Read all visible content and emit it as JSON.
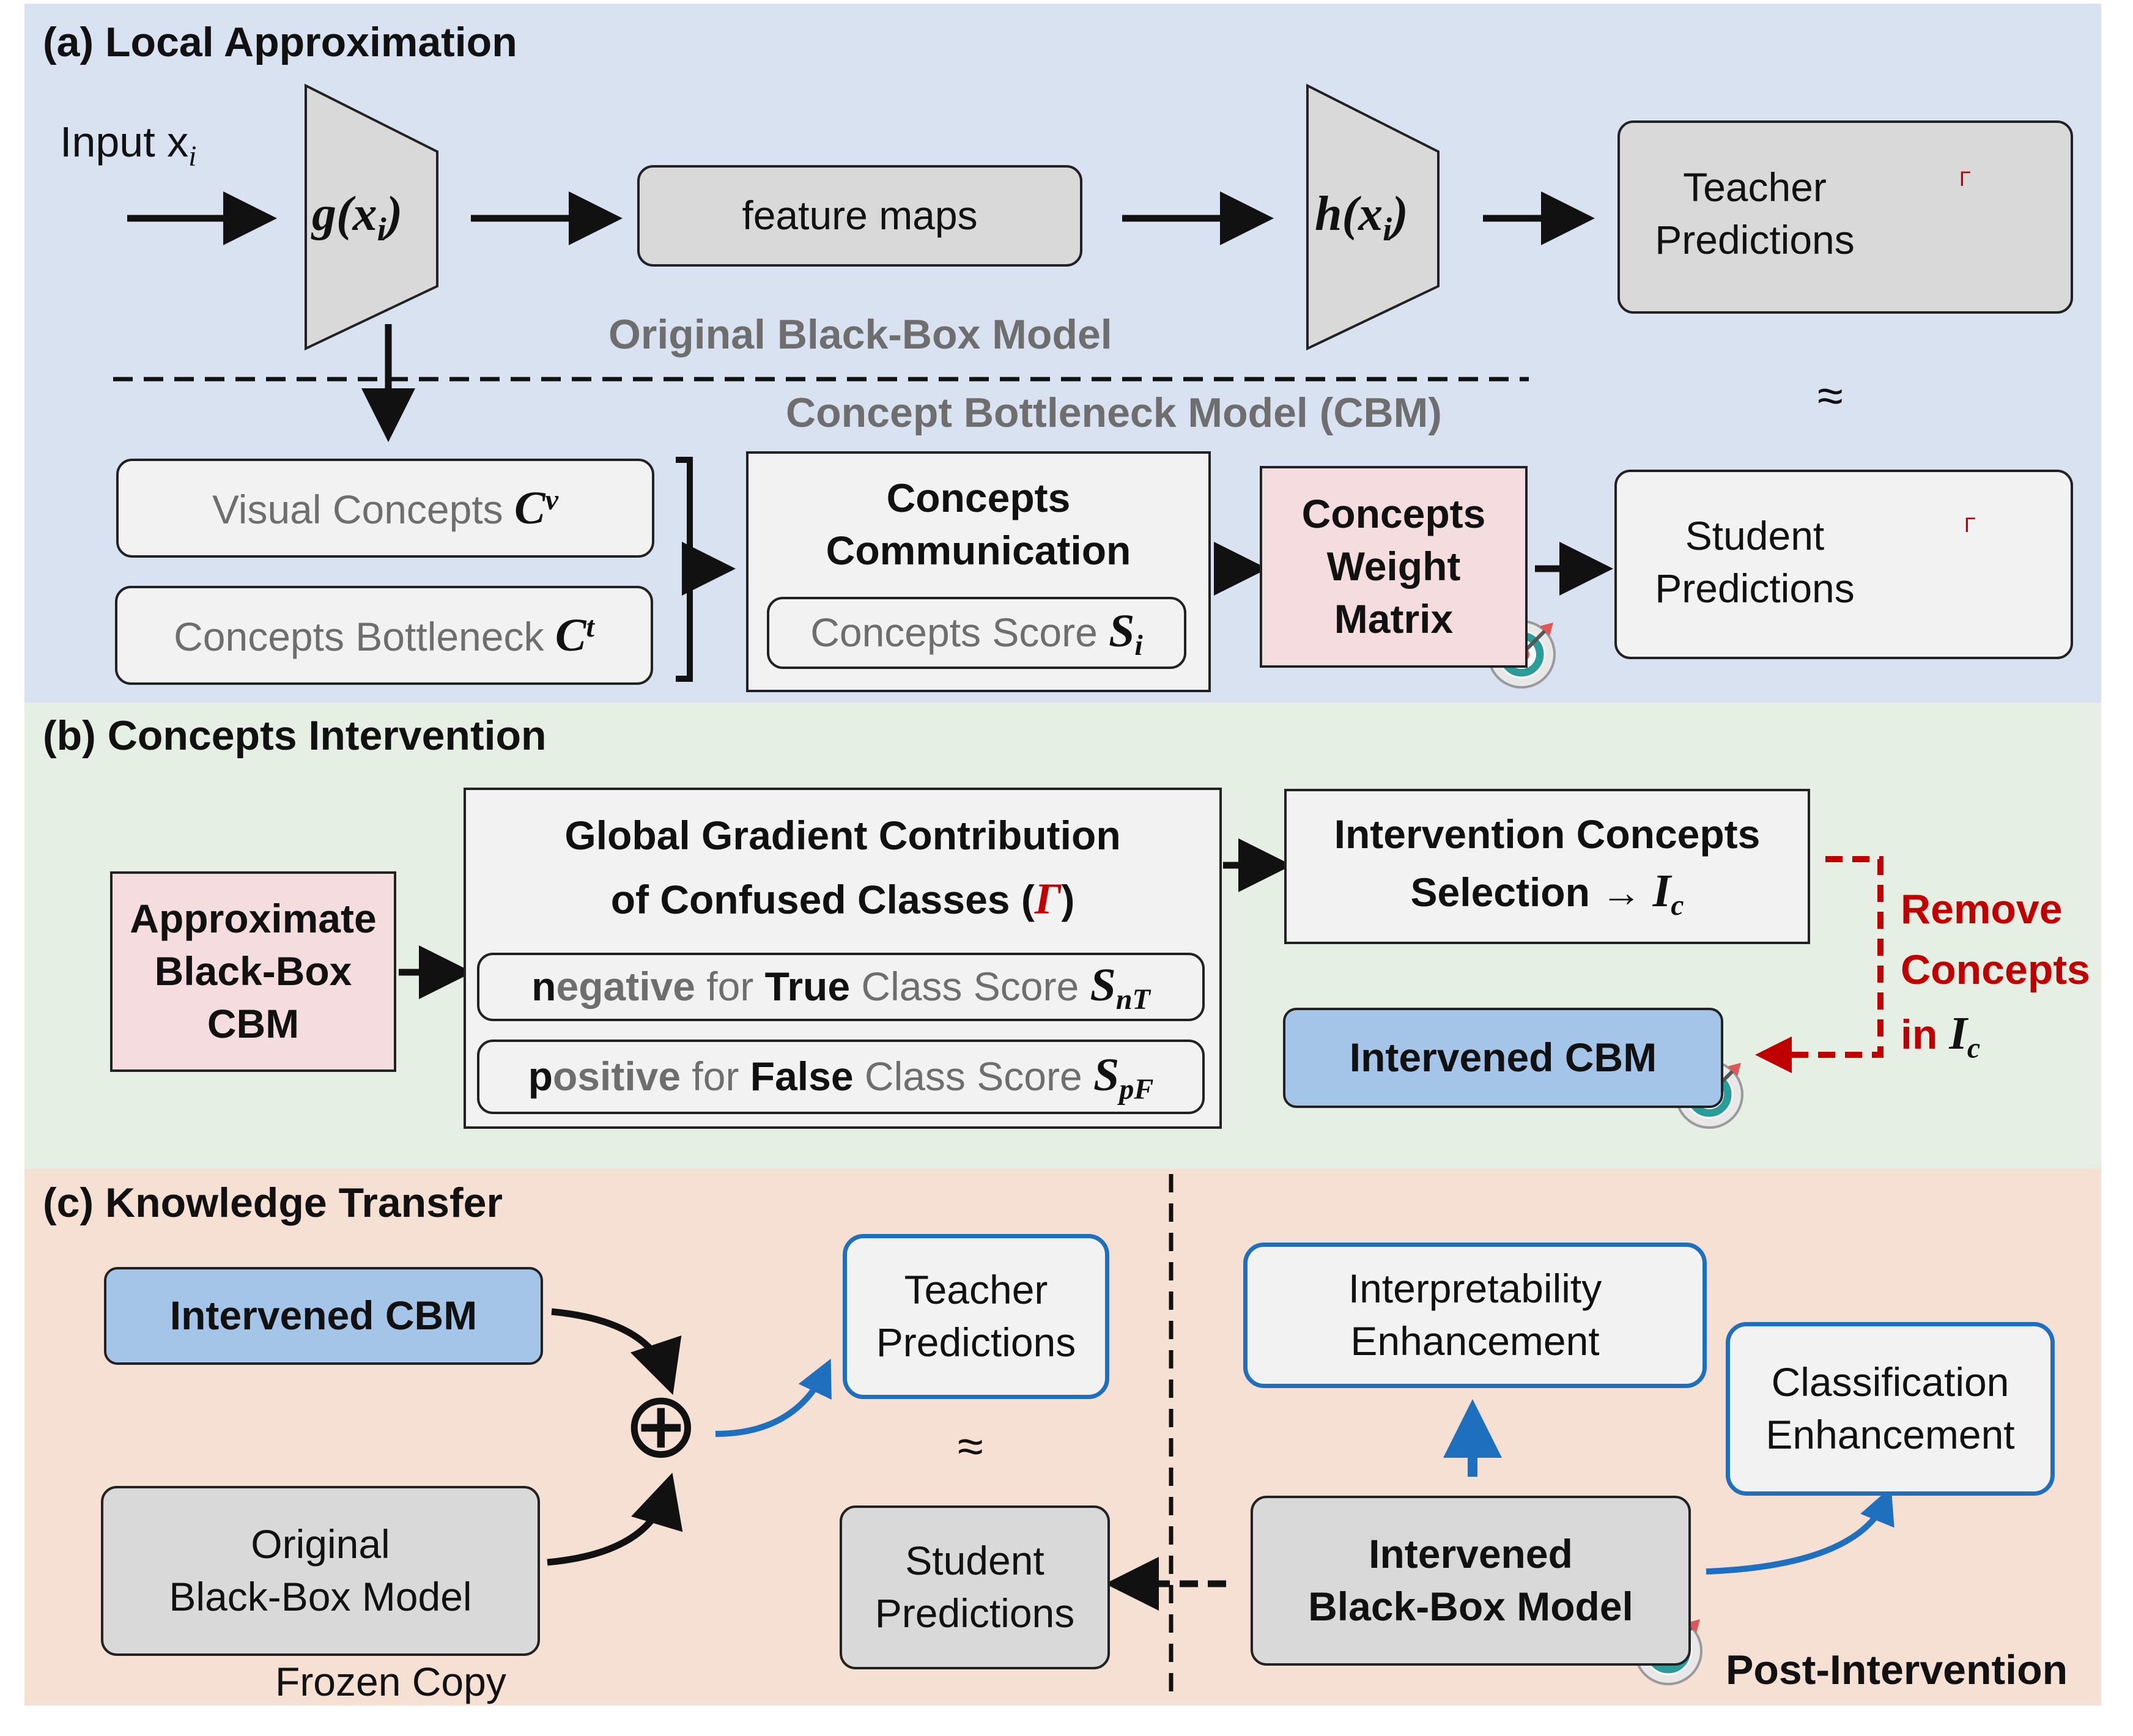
{
  "panel_a": {
    "title": "(a) Local Approximation",
    "input_label": "Input x",
    "input_sub": "i",
    "g_label": "g(x",
    "g_sub": "i",
    "g_close": ")",
    "feature_maps": "feature maps",
    "h_label": "h(x",
    "h_sub": "i",
    "h_close": ")",
    "teacher_line1": "Teacher",
    "teacher_line2": "Predictions",
    "gamma_small": "Γ",
    "original_model": "Original Black-Box Model",
    "cbm_title": "Concept Bottleneck Model (CBM)",
    "approx": "≈",
    "visual_concepts": "Visual Concepts ",
    "visual_sym": "C",
    "visual_sup": "v",
    "bottleneck": "Concepts Bottleneck ",
    "bottleneck_sym": "C",
    "bottleneck_sup": "t",
    "comm_line1": "Concepts",
    "comm_line2": "Communication",
    "score_label": "Concepts Score ",
    "score_sym": "S",
    "score_sub": "i",
    "weight_line1": "Concepts",
    "weight_line2": "Weight",
    "weight_line3": "Matrix",
    "student_line1": "Student",
    "student_line2": "Predictions"
  },
  "panel_b": {
    "title": "(b) Concepts Intervention",
    "approx_line1": "Approximate",
    "approx_line2": "Black-Box",
    "approx_line3": "CBM",
    "ggc_line1": "Global Gradient Contribution",
    "ggc_line2a": "of Confused Classes (",
    "ggc_gamma": "Γ",
    "ggc_line2b": ")",
    "neg_n": "n",
    "neg_rest": "egative",
    "neg_for": " for ",
    "neg_T": "True",
    "neg_cls": " Class Score ",
    "neg_sym": "S",
    "neg_sub": "nT",
    "pos_p": "p",
    "pos_rest": "ositive",
    "pos_for": " for ",
    "pos_F": "False",
    "pos_cls": " Class Score ",
    "pos_sym": "S",
    "pos_sub": "pF",
    "sel_line1": "Intervention Concepts",
    "sel_line2": "Selection → ",
    "sel_sym": "I",
    "sel_sub": "c",
    "intervened_cbm": "Intervened CBM",
    "remove_line1": "Remove",
    "remove_line2": "Concepts",
    "remove_line3": "in ",
    "remove_sym": "I",
    "remove_sub": "c"
  },
  "panel_c": {
    "title": "(c) Knowledge Transfer",
    "intervened_cbm": "Intervened CBM",
    "orig_line1": "Original",
    "orig_line2": "Black-Box Model",
    "frozen": "Frozen Copy",
    "oplus": "⊕",
    "teacher_line1": "Teacher",
    "teacher_line2": "Predictions",
    "approx": "≈",
    "student_line1": "Student",
    "student_line2": "Predictions",
    "interp_line1": "Interpretability",
    "interp_line2": "Enhancement",
    "class_line1": "Classification",
    "class_line2": "Enhancement",
    "ibb_line1": "Intervened",
    "ibb_line2": "Black-Box Model",
    "post": "Post-Intervention"
  },
  "colors": {
    "panel_a_bg": "#d9e2f1",
    "panel_b_bg": "#e6efe4",
    "panel_c_bg": "#f6e0d4",
    "accent_red": "#c00000",
    "accent_blue": "#1f6fbf",
    "box_blue": "#a4c5e8",
    "box_pink": "#f4dcdf"
  }
}
